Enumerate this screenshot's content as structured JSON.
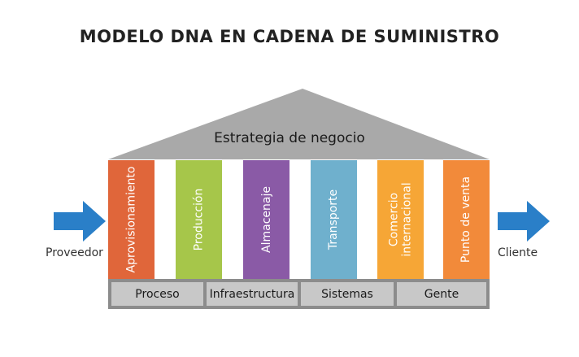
{
  "title": "MODELO DNA EN CADENA DE SUMINISTRO",
  "roof_label": "Estrategia de negocio",
  "pillars": [
    {
      "label": "Aprovisionamiento",
      "color": "#e0663a"
    },
    {
      "label": "Producción",
      "color": "#a6c64a"
    },
    {
      "label": "Almacenaje",
      "color": "#8a5aa6"
    },
    {
      "label": "Transporte",
      "color": "#6fb0cd"
    },
    {
      "label": "Comercio internacional",
      "color": "#f6a636"
    },
    {
      "label": "Punto de venta",
      "color": "#f28a3a"
    }
  ],
  "base": [
    "Proceso",
    "Infraestructura",
    "Sistemas",
    "Gente"
  ],
  "left_label": "Proveedor",
  "right_label": "Cliente",
  "colors": {
    "roof": "#a9a9a9",
    "arrow": "#2a7fc8",
    "base_frame": "#8c8c8c",
    "base_cell": "#c8c8c8"
  }
}
